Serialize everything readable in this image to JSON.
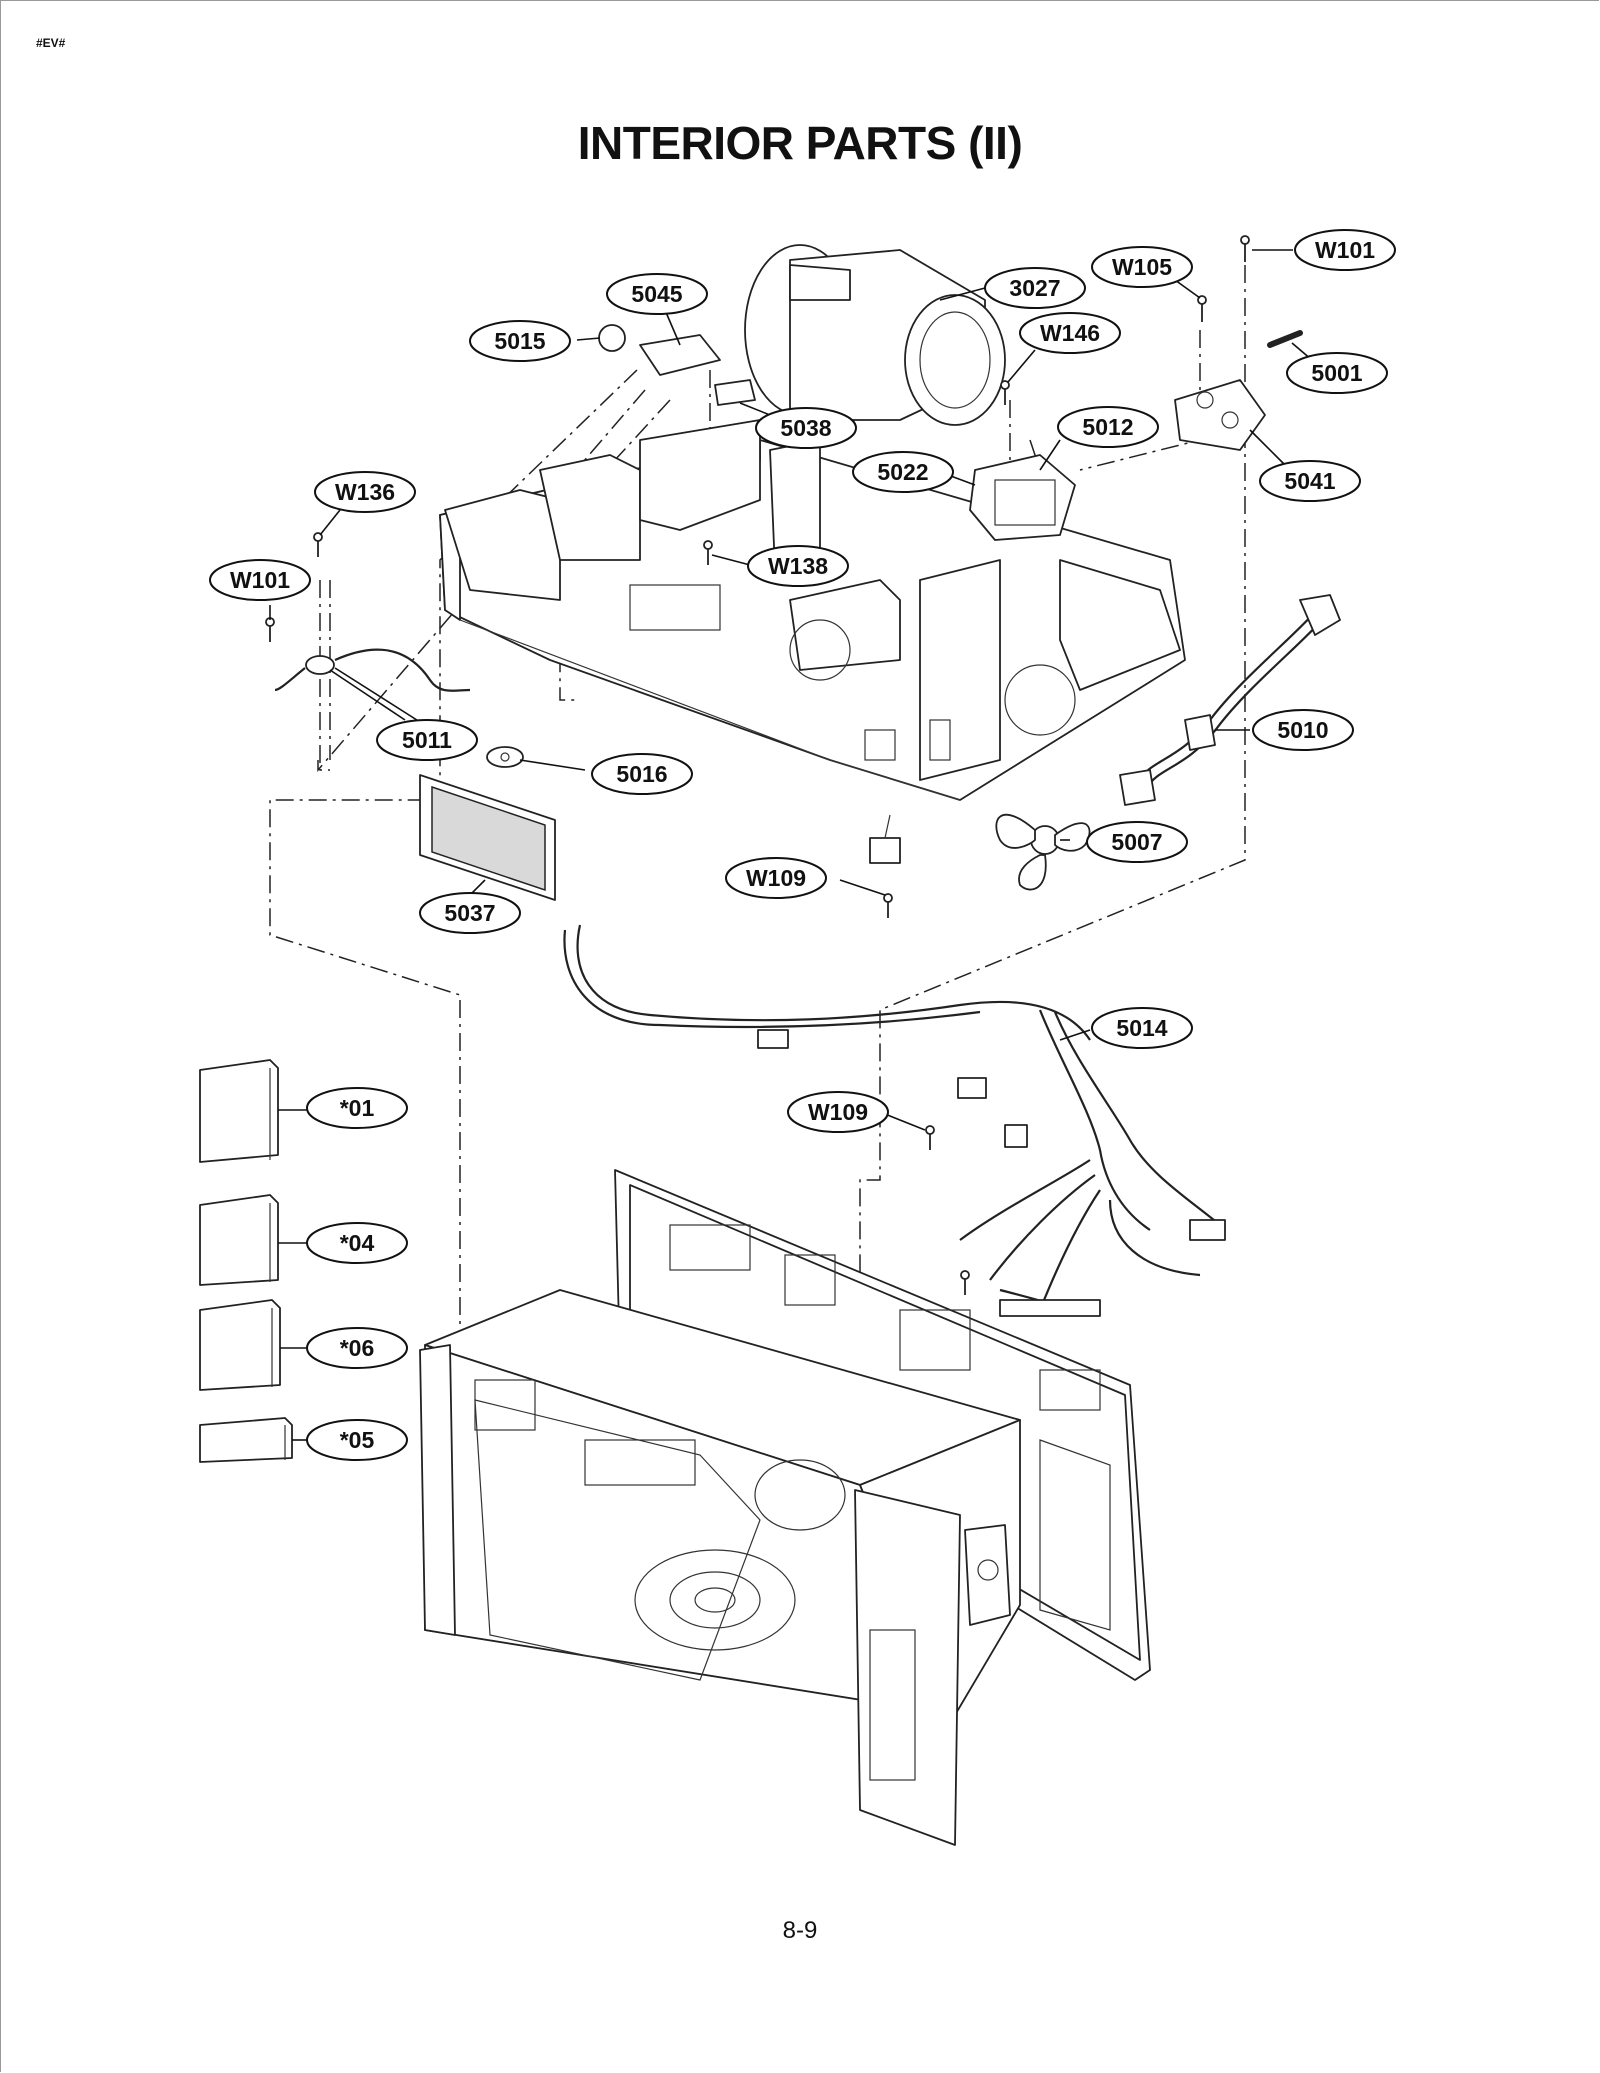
{
  "header": {
    "tag": "#EV#",
    "title": "INTERIOR PARTS (II)"
  },
  "footer": {
    "page_number": "8-9"
  },
  "callouts": [
    {
      "id": "c-w101-top",
      "text": "W101"
    },
    {
      "id": "c-w105",
      "text": "W105"
    },
    {
      "id": "c-3027",
      "text": "3027"
    },
    {
      "id": "c-5045",
      "text": "5045"
    },
    {
      "id": "c-5015",
      "text": "5015"
    },
    {
      "id": "c-w146",
      "text": "W146"
    },
    {
      "id": "c-5001",
      "text": "5001"
    },
    {
      "id": "c-5038",
      "text": "5038"
    },
    {
      "id": "c-5012",
      "text": "5012"
    },
    {
      "id": "c-5022",
      "text": "5022"
    },
    {
      "id": "c-5041",
      "text": "5041"
    },
    {
      "id": "c-w136",
      "text": "W136"
    },
    {
      "id": "c-w138",
      "text": "W138"
    },
    {
      "id": "c-w101-left",
      "text": "W101"
    },
    {
      "id": "c-5011",
      "text": "5011"
    },
    {
      "id": "c-5016",
      "text": "5016"
    },
    {
      "id": "c-5010",
      "text": "5010"
    },
    {
      "id": "c-5007",
      "text": "5007"
    },
    {
      "id": "c-w109-a",
      "text": "W109"
    },
    {
      "id": "c-5037",
      "text": "5037"
    },
    {
      "id": "c-5014",
      "text": "5014"
    },
    {
      "id": "c-01",
      "text": "*01"
    },
    {
      "id": "c-w109-b",
      "text": "W109"
    },
    {
      "id": "c-04",
      "text": "*04"
    },
    {
      "id": "c-06",
      "text": "*06"
    },
    {
      "id": "c-05",
      "text": "*05"
    }
  ]
}
